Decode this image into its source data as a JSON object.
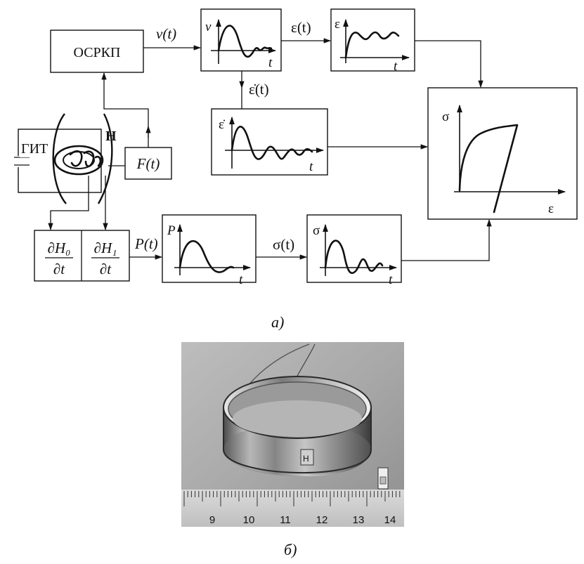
{
  "figure_a": {
    "caption": "а)",
    "ocrkp_label": "ОСРКП",
    "git_label": "ГИТ",
    "field_label": "H",
    "force_label": "F(t)",
    "dh0_num": "∂H₀",
    "dh1_num": "∂H₁",
    "dt_den": "∂t",
    "signals": {
      "v": "v(t)",
      "eps": "ε(t)",
      "epsdot": "ε̇(t)",
      "p": "P(t)",
      "sigma": "σ(t)"
    },
    "plots": {
      "v_y": "v",
      "v_x": "t",
      "eps_y": "ε",
      "eps_x": "t",
      "epsdot_y": "ε̇",
      "epsdot_x": "t",
      "p_y": "P",
      "p_x": "t",
      "sigma_y": "σ",
      "sigma_x": "t",
      "ss_y": "σ",
      "ss_x": "ε"
    }
  },
  "figure_b": {
    "caption": "б)",
    "ruler_ticks": [
      "9",
      "10",
      "11",
      "12",
      "13",
      "14"
    ],
    "gauge_label": "H"
  }
}
